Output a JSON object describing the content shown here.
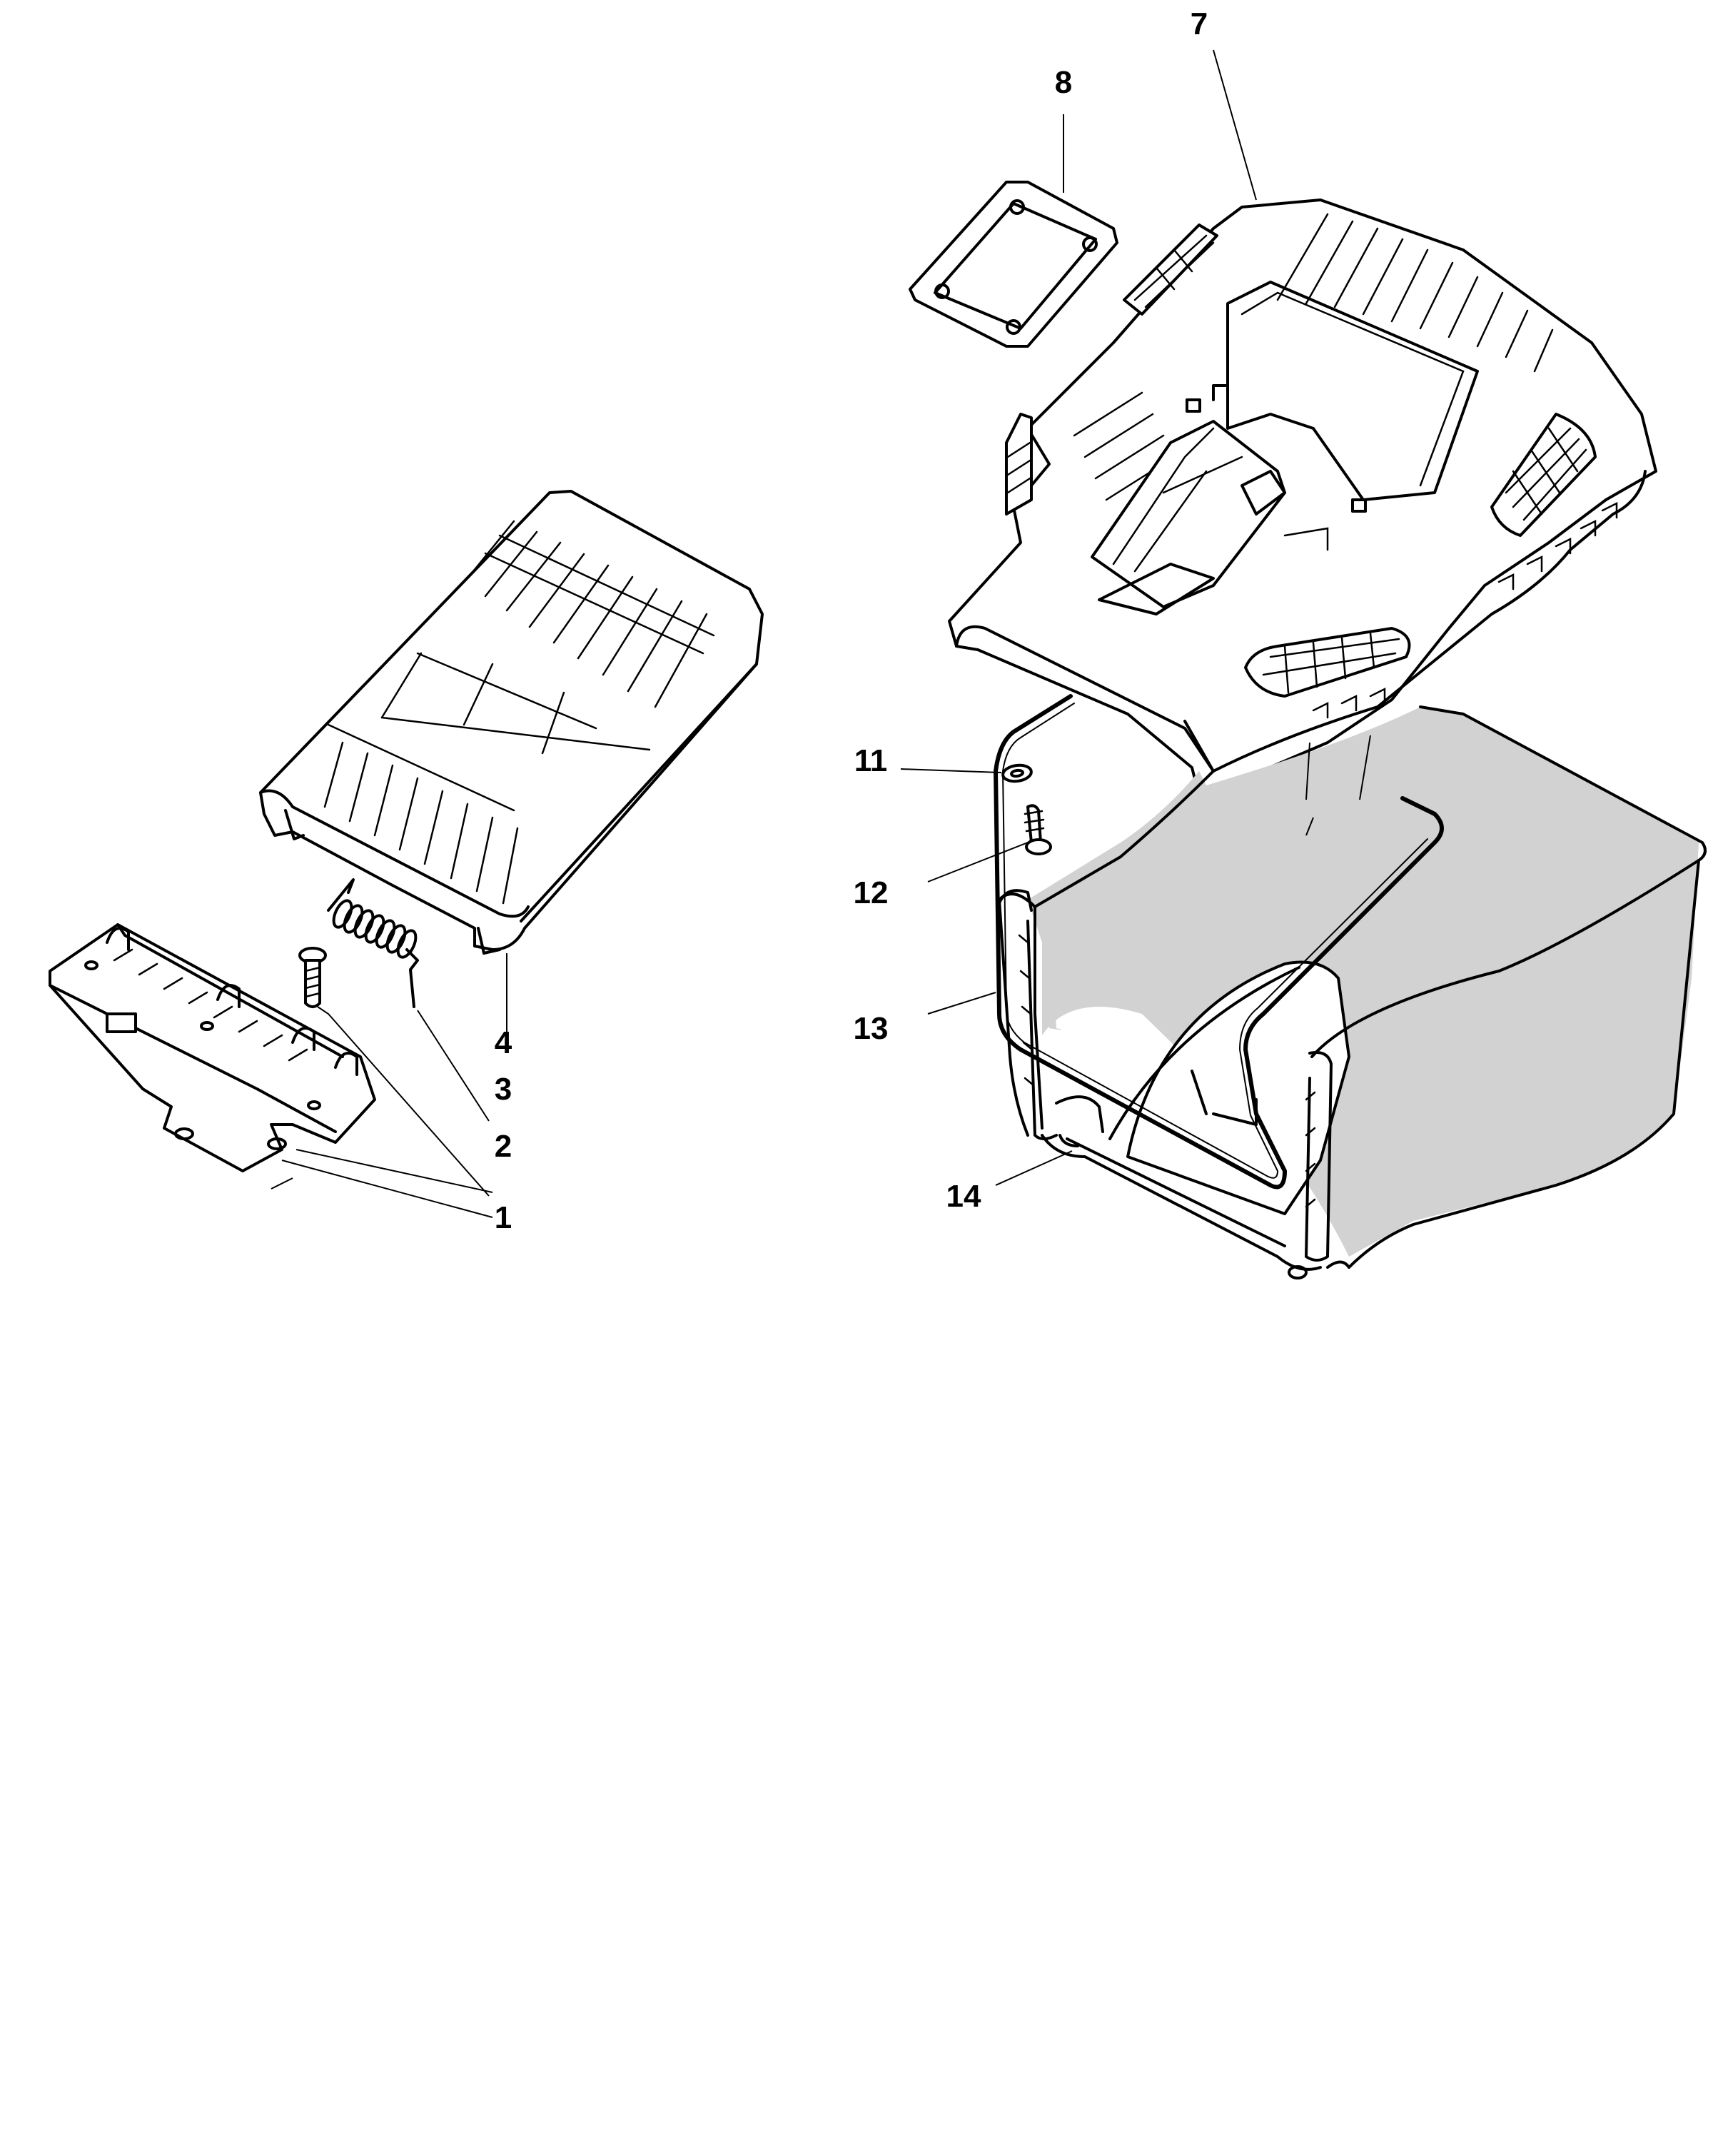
{
  "diagram": {
    "callouts": [
      {
        "id": "1",
        "label": "1"
      },
      {
        "id": "2",
        "label": "2"
      },
      {
        "id": "3",
        "label": "3"
      },
      {
        "id": "4",
        "label": "4"
      },
      {
        "id": "7",
        "label": "7"
      },
      {
        "id": "8",
        "label": "8"
      },
      {
        "id": "11",
        "label": "11"
      },
      {
        "id": "12",
        "label": "12"
      },
      {
        "id": "13",
        "label": "13"
      },
      {
        "id": "14",
        "label": "14"
      }
    ],
    "colors": {
      "line": "#000000",
      "background": "#ffffff",
      "bag_fabric": "#d2d2d2"
    }
  }
}
